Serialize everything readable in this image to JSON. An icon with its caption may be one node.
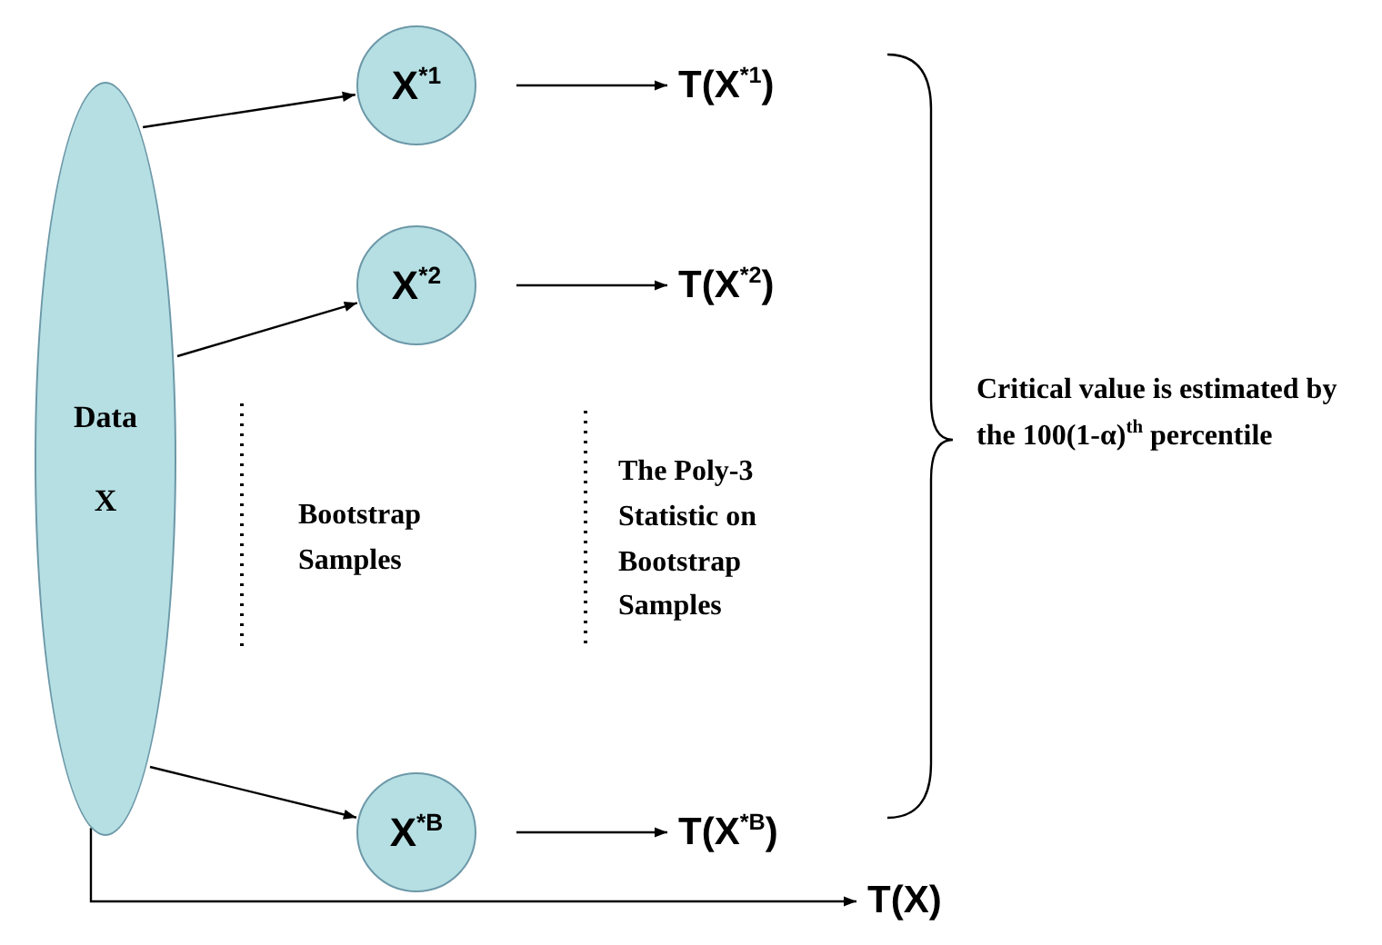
{
  "diagram": {
    "nodes": [
      {
        "text": [
          "Data",
          "X"
        ]
      },
      {
        "text": [
          "X$^{*1}$"
        ]
      },
      {
        "text": [
          "X$^{*2}$"
        ]
      },
      {
        "text": [
          "X$^{*B}$"
        ]
      },
      {
        "text": [
          "T(X$^{*1}$)"
        ]
      },
      {
        "text": [
          "T(X$^{*2}$)"
        ]
      },
      {
        "text": [
          "T(X$^{*B}$)"
        ]
      },
      {
        "text": [
          "T(X)"
        ]
      }
    ],
    "edges": [
      {
        "from": 0,
        "to": 1,
        "arrow": "to"
      },
      {
        "from": 0,
        "to": 2,
        "arrow": "to"
      },
      {
        "from": 0,
        "to": 3,
        "arrow": "to"
      },
      {
        "from": 1,
        "to": 4,
        "arrow": "to"
      },
      {
        "from": 2,
        "to": 5,
        "arrow": "to"
      },
      {
        "from": 3,
        "to": 6,
        "arrow": "to"
      },
      {
        "from": 0,
        "to": 7,
        "arrow": "to"
      }
    ],
    "labels": [
      "Bootstrap Samples",
      "The Poly-3 Statistic on Bootstrap Samples",
      "Critical value is estimated by the 100(1-α)$^{th}$ percentile"
    ]
  }
}
